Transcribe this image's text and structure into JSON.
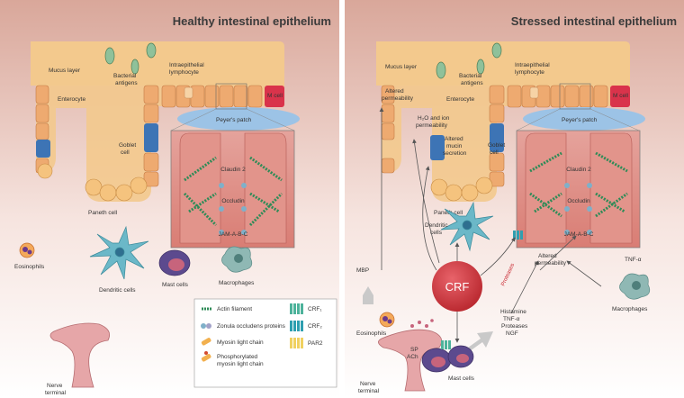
{
  "left_panel": {
    "title": "Healthy intestinal epithelium",
    "labels": {
      "mucus": "Mucus layer",
      "bacterial": "Bacterial\nantigens",
      "intraepithelial": "Intraepithelial\nlymphocyte",
      "mcell": "M cell",
      "enterocyte": "Enterocyte",
      "peyers": "Peyer's patch",
      "goblet": "Goblet\ncell",
      "paneth": "Paneth cell",
      "claudin": "Claudin 2",
      "occludin": "Occludin",
      "jam": "JAM-A-B-C",
      "eosinophils": "Eosinophils",
      "dendritic": "Dendritic cells",
      "mast": "Mast cells",
      "macrophages": "Macrophages",
      "nerve": "Nerve\nterminal"
    }
  },
  "right_panel": {
    "title": "Stressed intestinal epithelium",
    "labels": {
      "mucus": "Mucus layer",
      "bacterial": "Bacterial\nantigens",
      "intraepithelial": "Intraepithelial\nlymphocyte",
      "mcell": "M cell",
      "altered_perm1": "Altered\npermeability",
      "enterocyte": "Enterocyte",
      "peyers": "Peyer's patch",
      "h2o": "H₂O and ion\npermeability",
      "altered_mucin": "Altered\nmucin\nsecretion",
      "goblet": "Goblet\ncell",
      "paneth": "Paneth cell",
      "claudin": "Claudin 2",
      "occludin": "Occludin",
      "jam": "JAM-A-B-C",
      "dendritic": "Dendritic\ncells",
      "altered_perm2": "Altered\npermeability",
      "proteases_red": "Proteases",
      "tnf": "TNF-α",
      "mbp": "MBP",
      "crf": "CRF",
      "mediators": "Histamine\nTNF-α\nProteases\nNGF",
      "macrophages": "Macrophages",
      "eosinophils": "Eosinophils",
      "sp_ach": "SP\nACh",
      "mast": "Mast cells",
      "nerve": "Nerve\nterminal"
    }
  },
  "legend": {
    "items": [
      {
        "icon": "actin-filament-icon",
        "label": "Actin filament"
      },
      {
        "icon": "zonula-occludens-icon",
        "label": "Zonula occludens proteins"
      },
      {
        "icon": "myosin-light-chain-icon",
        "label": "Myosin light chain"
      },
      {
        "icon": "phosphorylated-myosin-icon",
        "label": "Phosphorylated\nmyosin light chain"
      },
      {
        "icon": "crf1-receptor-icon",
        "label": "CRF₁"
      },
      {
        "icon": "crf2-receptor-icon",
        "label": "CRF₂"
      },
      {
        "icon": "par2-receptor-icon",
        "label": "PAR2"
      }
    ]
  },
  "colors": {
    "background_top": "#d9a79a",
    "background_bottom": "#ffffff",
    "mucus": "#f3c98d",
    "epithelium": "#f0b47e",
    "peyers_patch": "#9cc3e6",
    "goblet": "#3d74b5",
    "mcell": "#d9334b",
    "crf_circle": "#d2393f",
    "actin": "#2e8b57"
  }
}
